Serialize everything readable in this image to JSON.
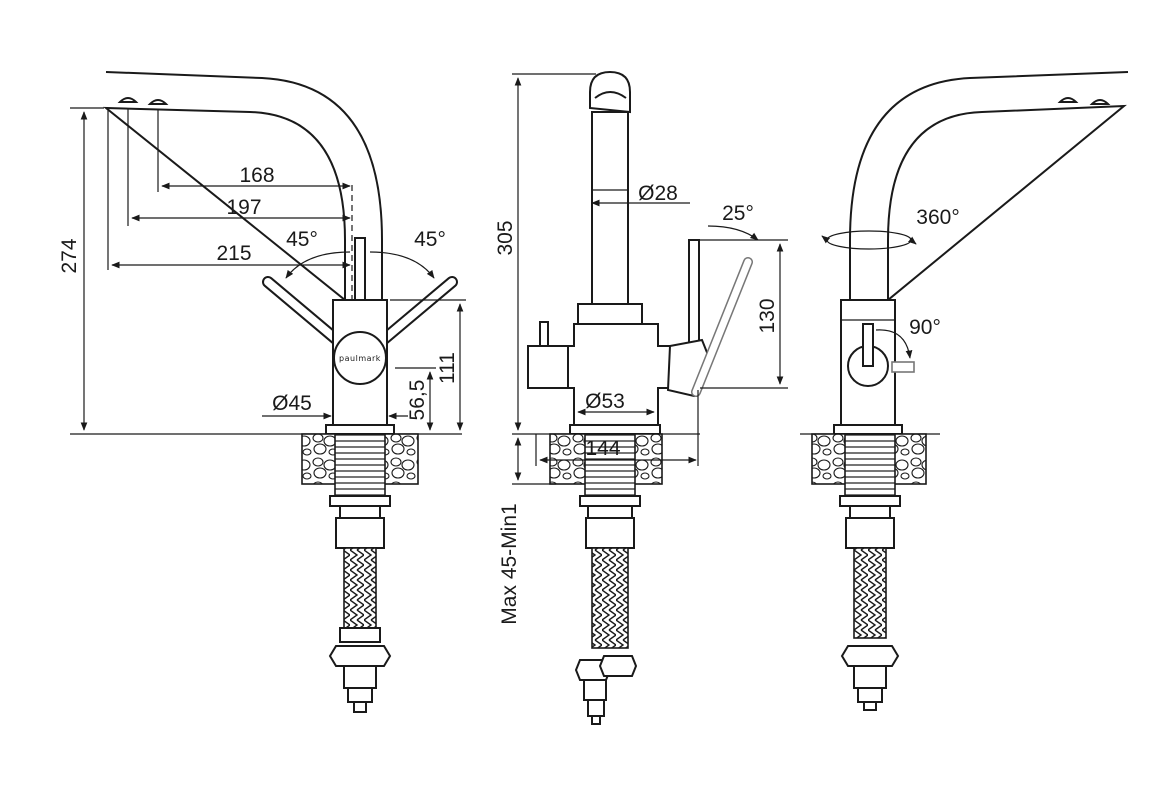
{
  "brand": "paulmark",
  "front_view": {
    "dim_spout_168": "168",
    "dim_spout_197": "197",
    "dim_spout_215": "215",
    "angle_left": "45°",
    "angle_right": "45°",
    "height_total": "274",
    "height_body": "111",
    "height_base": "56,5",
    "base_diameter": "Ø45"
  },
  "side_view": {
    "height_total": "305",
    "tube_diameter": "Ø28",
    "lever_angle": "25°",
    "lever_height": "130",
    "body_diameter": "Ø53",
    "depth": "144",
    "mount_thickness": "Max 45-Min1"
  },
  "back_view": {
    "rotation": "360°",
    "lever_rotation": "90°"
  },
  "colors": {
    "line": "#1a1a1a",
    "background": "#ffffff"
  }
}
